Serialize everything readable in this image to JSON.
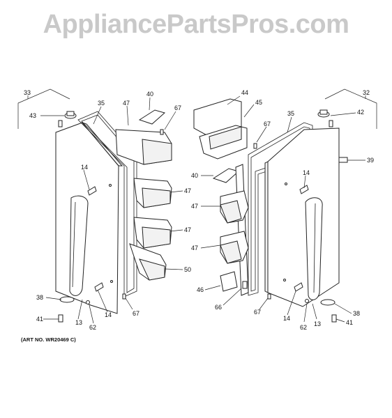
{
  "watermark": "AppliancePartsPros.com",
  "art_number": "(ART NO. WR20469 C)",
  "callouts": {
    "c33": "33",
    "c43L": "43",
    "c35L": "35",
    "c47top": "47",
    "c40top": "40",
    "c67top": "67",
    "c44": "44",
    "c45": "45",
    "c67mid": "67",
    "c35R": "35",
    "c42": "42",
    "c32": "32",
    "c39": "39",
    "c14L": "14",
    "c47L1": "47",
    "c47L2": "47",
    "c50": "50",
    "c40mid": "40",
    "c47M1": "47",
    "c47M2": "47",
    "c14R": "14",
    "c38L": "38",
    "c41L": "41",
    "c13L": "13",
    "c62L": "62",
    "c14Lb": "14",
    "c67Lb": "67",
    "c46": "46",
    "c66": "66",
    "c67Mb": "67",
    "c14Rb": "14",
    "c62R": "62",
    "c13R": "13",
    "c38R": "38",
    "c41R": "41"
  }
}
